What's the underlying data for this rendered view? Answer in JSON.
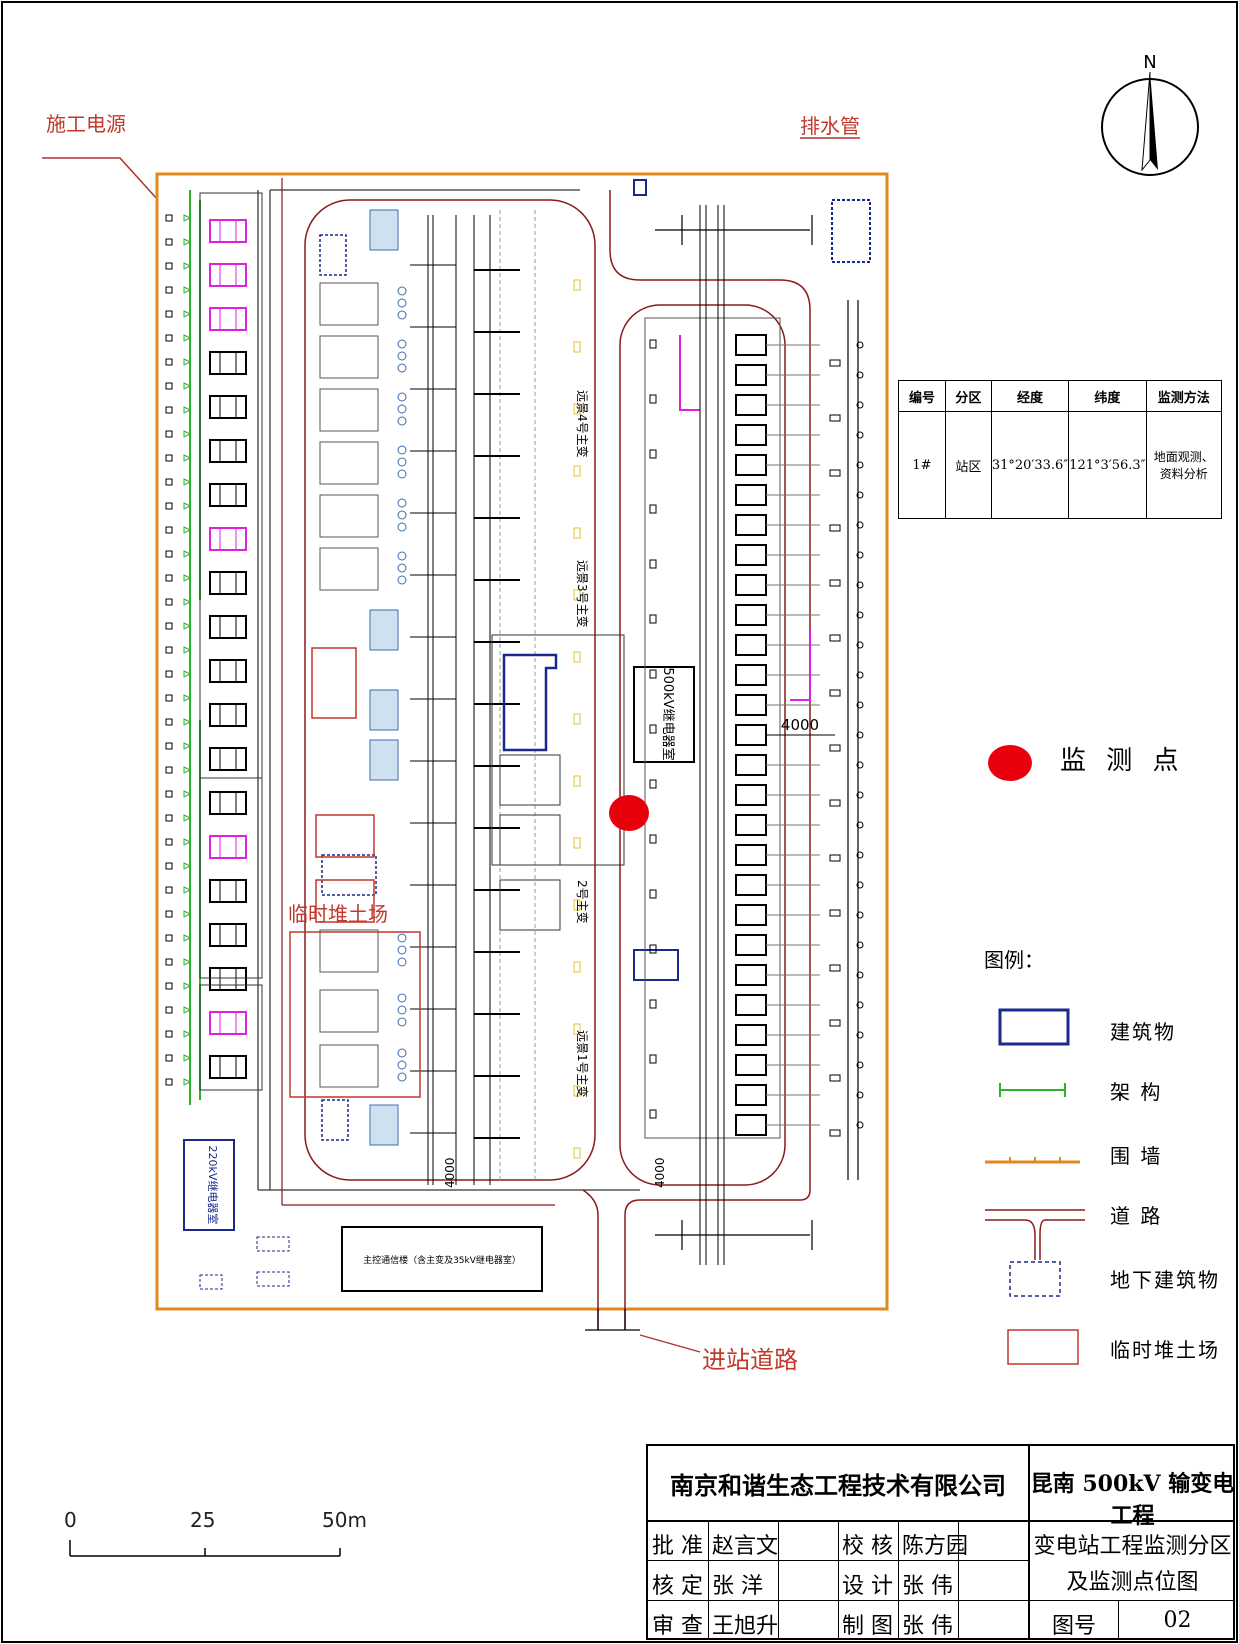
{
  "labels": {
    "construction_power": "施工电源",
    "drain_pipe": "排水管",
    "temp_soil": "临时堆土场",
    "entry_road": "进站道路",
    "north": "N",
    "dim_4000": "4000",
    "building_500kv": "500kV继电器室",
    "building_220kv": "220kV继电器室",
    "main_transformer_4": "远景4号主变",
    "main_transformer_3": "远景3号主变",
    "main_transformer_2": "2号主变",
    "main_transformer_1": "远景1号主变",
    "bottom_building": "主控通信楼（含主变及35kV继电器室）"
  },
  "monitoring_table": {
    "headers": [
      "编号",
      "分区",
      "经度",
      "纬度",
      "监测方法"
    ],
    "rows": [
      [
        "1#",
        "站区",
        "31°20′33.6″",
        "121°3′56.3″",
        "地面观测、资料分析"
      ]
    ]
  },
  "monitoring_point_label": "监 测 点",
  "legend": {
    "title": "图例：",
    "items": [
      {
        "label": "建筑物"
      },
      {
        "label": "架 构"
      },
      {
        "label": "围 墙"
      },
      {
        "label": "道 路"
      },
      {
        "label": "地下建筑物"
      },
      {
        "label": "临时堆土场"
      }
    ]
  },
  "scale": {
    "ticks": [
      "0",
      "25",
      "50m"
    ]
  },
  "title_block": {
    "company": "南京和谐生态工程技术有限公司",
    "project": "昆南 500kV 输变电工程",
    "drawing_title_1": "变电站工程监测分区",
    "drawing_title_2": "及监测点位图",
    "rows": [
      {
        "role1": "批 准",
        "name1": "赵言文",
        "role2": "校 核",
        "name2": "陈方园"
      },
      {
        "role1": "核 定",
        "name1": "张 洋",
        "role2": "设 计",
        "name2": "张 伟"
      },
      {
        "role1": "审 查",
        "name1": "王旭升",
        "role2": "制 图",
        "name2": "张 伟"
      }
    ],
    "drawing_no_label": "图号",
    "drawing_no": "02"
  },
  "colors": {
    "fence": "#e08a1e",
    "road": "#8b1a1a",
    "building": "#1a2a8c",
    "frame": "#2bb52b",
    "monitor_point": "#e8000d",
    "temp_soil": "#c0392b",
    "magenta": "#e020e0"
  }
}
